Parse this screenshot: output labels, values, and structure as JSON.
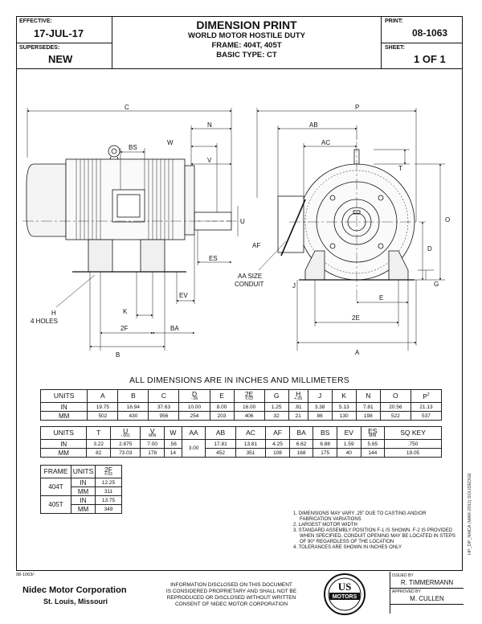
{
  "header": {
    "effective_label": "EFFECTIVE:",
    "effective_value": "17-JUL-17",
    "supersedes_label": "SUPERSEDES:",
    "supersedes_value": "NEW",
    "title": "DIMENSION PRINT",
    "subtitle1": "WORLD MOTOR HOSTILE DUTY",
    "subtitle2": "FRAME: 404T, 405T",
    "subtitle3": "BASIC TYPE: CT",
    "print_label": "PRINT:",
    "print_value": "08-1063",
    "sheet_label": "SHEET:",
    "sheet_value": "1 OF 1"
  },
  "drawing_labels": {
    "C": "C",
    "N": "N",
    "BS": "BS",
    "W": "W",
    "V": "V",
    "U": "U",
    "AF": "AF",
    "ES": "ES",
    "EV": "EV",
    "K": "K",
    "H": "H",
    "holes": "4 HOLES",
    "2F": "2F",
    "BA": "BA",
    "B": "B",
    "P": "P",
    "AB": "AB",
    "AC": "AC",
    "T": "T",
    "O": "O",
    "D": "D",
    "G": "G",
    "J": "J",
    "E": "E",
    "2E": "2E",
    "A": "A",
    "conduit1": "AA SIZE",
    "conduit2": "CONDUIT"
  },
  "caption": "ALL DIMENSIONS ARE IN INCHES AND MILLIMETERS",
  "table1": {
    "headers": [
      "UNITS",
      "A",
      "B",
      "C",
      "D",
      "E",
      "2E",
      "G",
      "H",
      "J",
      "K",
      "N",
      "O",
      "P"
    ],
    "subs": [
      "",
      "",
      "",
      "",
      "-.06",
      "",
      "±.03",
      "",
      "+.05",
      "",
      "",
      "",
      "",
      ""
    ],
    "p_sup": "2",
    "rows": [
      [
        "IN",
        "19.75",
        "16.94",
        "37.63",
        "10.00",
        "8.00",
        "16.00",
        "1.25",
        ".81",
        "3.38",
        "5.13",
        "7.81",
        "20.56",
        "21.13"
      ],
      [
        "MM",
        "502",
        "430",
        "956",
        "254",
        "203",
        "406",
        "32",
        "21",
        "86",
        "130",
        "198",
        "522",
        "537"
      ]
    ]
  },
  "table2": {
    "headers": [
      "UNITS",
      "T",
      "U",
      "V",
      "W",
      "AA",
      "AB",
      "AC",
      "AF",
      "BA",
      "BS",
      "EV",
      "ES",
      "SQ KEY"
    ],
    "subs": [
      "",
      "",
      "-.001",
      "MIN",
      "",
      "",
      "",
      "",
      "",
      "",
      "",
      "",
      "MIN",
      ""
    ],
    "rows": [
      [
        "IN",
        "3.22",
        "2.875",
        "7.00",
        ".56",
        "3.00",
        "17.81",
        "13.81",
        "4.25",
        "6.62",
        "6.88",
        "1.59",
        "5.65",
        ".750"
      ],
      [
        "MM",
        "82",
        "73.03",
        "178",
        "14",
        "",
        "452",
        "351",
        "108",
        "168",
        "175",
        "40",
        "144",
        "19.05"
      ]
    ]
  },
  "table3": {
    "headers": [
      "FRAME",
      "UNITS",
      "2F"
    ],
    "sub": "±.03",
    "rows": [
      {
        "frame": "404T",
        "in": "12.25",
        "mm": "311"
      },
      {
        "frame": "405T",
        "in": "13.75",
        "mm": "349"
      }
    ],
    "in": "IN",
    "mm": "MM"
  },
  "notes": [
    "1. DIMENSIONS MAY VARY .25\" DUE TO CASTING AND/OR FABRICATION VARIATIONS",
    "2. LARGEST MOTOR WIDTH",
    "3. STANDARD ASSEMBLY POSITION F-1 IS SHOWN.  F-2 IS PROVIDED WHEN SPECIFIED.  CONDUIT OPENING MAY BE LOCATED IN STEPS OF 90° REGARDLESS OF THE LOCATION",
    "4. TOLERANCES ARE SHOWN IN INCHES ONLY"
  ],
  "footer": {
    "doc_ref": "08-1063/-",
    "company": "Nidec Motor Corporation",
    "city": "St. Louis, Missouri",
    "disclaimer1": "INFORMATION DISCLOSED ON THIS DOCUMENT",
    "disclaimer2": "IS CONSIDERED PROPRIETARY AND SHALL NOT BE",
    "disclaimer3": "REPRODUCED OR DISCLOSED WITHOUT WRITTEN",
    "disclaimer4": "CONSENT OF NIDEC MOTOR CORPORATION",
    "logo_text": "MOTORS",
    "logo_letters": "US",
    "issued_label": "ISSUED BY",
    "issued_by": "R. TIMMERMANN",
    "approved_label": "APPROVED BY",
    "approved_by": "M. CULLEN",
    "side_text": "HP_DP_NMCA (MAR-2011) SOLIDEDGE"
  }
}
